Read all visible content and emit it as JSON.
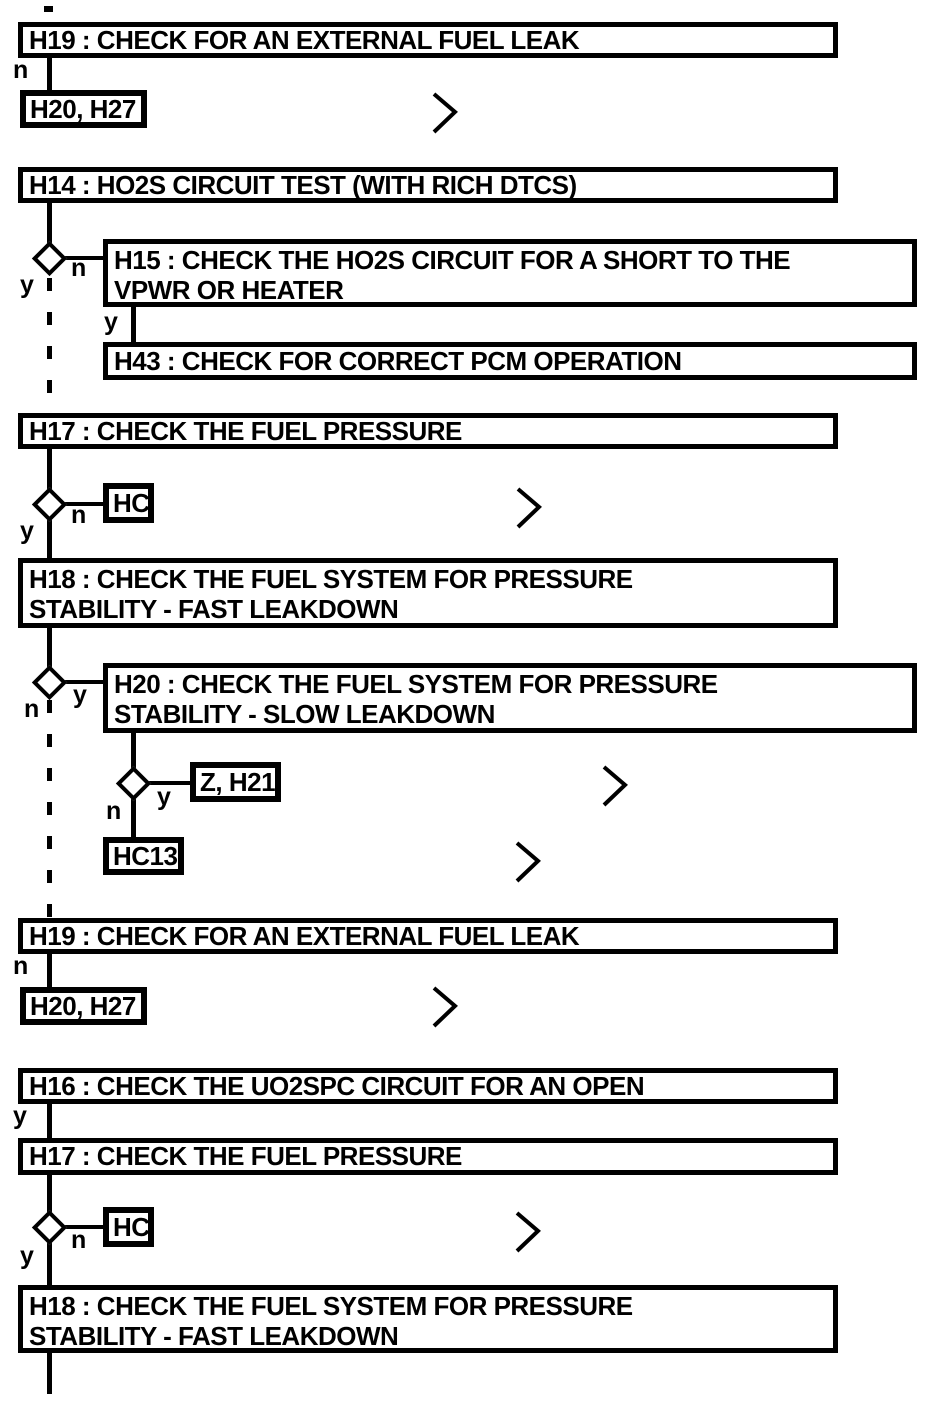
{
  "labels": {
    "yes": "y",
    "no": "n"
  },
  "nodes": {
    "h19_top": "H19 : CHECK FOR AN EXTERNAL FUEL LEAK",
    "ref_h20_h27_top": "H20, H27",
    "h14": "H14 : HO2S CIRCUIT TEST (WITH RICH DTCS)",
    "h15": {
      "lines": [
        "H15 : CHECK THE HO2S CIRCUIT FOR A SHORT TO THE",
        "VPWR OR HEATER"
      ]
    },
    "h43": "H43 : CHECK FOR CORRECT PCM OPERATION",
    "h17_upper": "H17 : CHECK THE FUEL PRESSURE",
    "ref_hc_upper": "HC",
    "h18_upper": {
      "lines": [
        "H18 : CHECK THE FUEL SYSTEM FOR PRESSURE",
        "STABILITY - FAST LEAKDOWN"
      ]
    },
    "h20": {
      "lines": [
        "H20 : CHECK THE FUEL SYSTEM FOR PRESSURE",
        "STABILITY - SLOW LEAKDOWN"
      ]
    },
    "ref_z_h21": "Z, H21",
    "ref_hc13": "HC13",
    "h19_lower": "H19 : CHECK FOR AN EXTERNAL FUEL LEAK",
    "ref_h20_h27_lower": "H20, H27",
    "h16": "H16 : CHECK THE UO2SPC CIRCUIT FOR AN OPEN",
    "h17_lower": "H17 : CHECK THE FUEL PRESSURE",
    "ref_hc_lower": "HC",
    "h18_lower": {
      "lines": [
        "H18 : CHECK THE FUEL SYSTEM FOR PRESSURE",
        "STABILITY - FAST LEAKDOWN"
      ]
    }
  },
  "icons": {
    "continue_arrow": ">"
  },
  "colors": {
    "ink": "#000000",
    "paper": "#ffffff"
  }
}
